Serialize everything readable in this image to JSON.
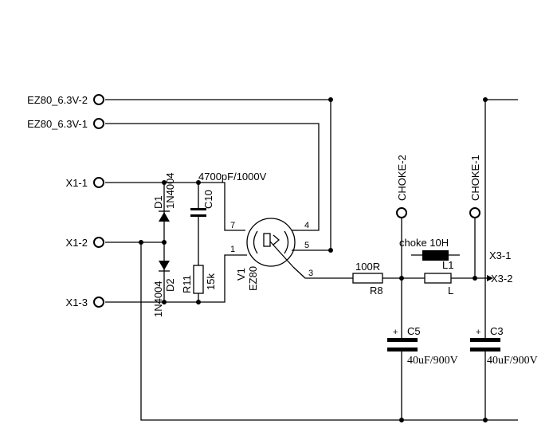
{
  "terminals": {
    "ez80_6v3_2": "EZ80_6.3V-2",
    "ez80_6v3_1": "EZ80_6.3V-1",
    "x1_1": "X1-1",
    "x1_2": "X1-2",
    "x1_3": "X1-3",
    "choke_2": "CHOKE-2",
    "choke_1": "CHOKE-1",
    "x3_1": "X3-1",
    "x3_2": "X3-2"
  },
  "components": {
    "d1": {
      "ref": "D1",
      "part": "1N4004"
    },
    "d2": {
      "ref": "D2",
      "part": "1N4004"
    },
    "c10": {
      "ref": "C10",
      "value": "4700pF/1000V"
    },
    "r11": {
      "ref": "R11",
      "value": "15k"
    },
    "v1": {
      "ref": "V1",
      "part": "EZ80",
      "pins": [
        "7",
        "1",
        "4",
        "5",
        "3"
      ]
    },
    "r8": {
      "ref": "R8",
      "value": "100R"
    },
    "l1": {
      "ref": "L1",
      "symbol": "L",
      "value": "choke 10H"
    },
    "c5": {
      "ref": "C5",
      "value": "40uF/900V",
      "polarity": "+"
    },
    "c3": {
      "ref": "C3",
      "value": "40uF/900V",
      "polarity": "+"
    }
  }
}
